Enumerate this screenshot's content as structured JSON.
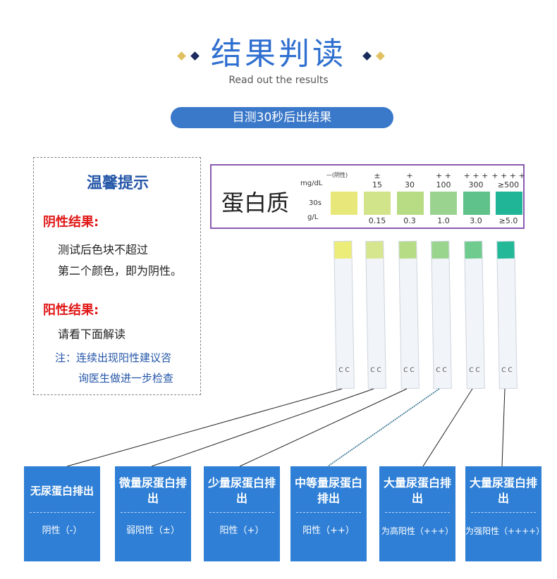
{
  "header": {
    "title": "结果判读",
    "subtitle": "Read out the results",
    "pill": "目测30秒后出结果",
    "diamond_colors": [
      "#e0c060",
      "#1a2a5a"
    ]
  },
  "tips": {
    "title": "温馨提示",
    "negative_heading": "阴性结果:",
    "negative_line1": "测试后色块不超过",
    "negative_line2": "第二个颜色，即为阴性。",
    "positive_heading": "阳性结果:",
    "positive_line": "请看下面解读",
    "note_line1": "注：连续出现阳性建议咨",
    "note_line2": "询医生做进一步检查"
  },
  "reference": {
    "name": "蛋白质",
    "unit_mg": "mg/dL",
    "unit_time": "30s",
    "unit_g": "g/L",
    "levels": [
      {
        "symbol": "—(阴性)",
        "mg": "",
        "g": "",
        "color": "#e8e87a"
      },
      {
        "symbol": "±",
        "mg": "15",
        "g": "0.15",
        "color": "#d2e48a"
      },
      {
        "symbol": "+",
        "mg": "30",
        "g": "0.3",
        "color": "#b8dc84"
      },
      {
        "symbol": "+ +",
        "mg": "100",
        "g": "1.0",
        "color": "#9ad390"
      },
      {
        "symbol": "+ + +",
        "mg": "300",
        "g": "3.0",
        "color": "#5fc28a"
      },
      {
        "symbol": "+ + + +",
        "mg": "≥500",
        "g": "≥5.0",
        "color": "#1fb596"
      }
    ]
  },
  "strips": {
    "pad_colors": [
      "#ecec78",
      "#d5e68e",
      "#b6dc86",
      "#9ad58e",
      "#6fcb8e",
      "#22b898"
    ],
    "mark": "C C"
  },
  "results": [
    {
      "name": "无尿蛋白排出",
      "value": "阴性（-）"
    },
    {
      "name": "微量尿蛋白排出",
      "value": "弱阳性（±）"
    },
    {
      "name": "少量尿蛋白排出",
      "value": "阳性（+）"
    },
    {
      "name": "中等量尿蛋白排出",
      "value": "阳性（++）"
    },
    {
      "name": "大量尿蛋白排出",
      "value": "为高阳性（+++）"
    },
    {
      "name": "大量尿蛋白排出",
      "value": "为强阳性（++++）"
    }
  ],
  "colors": {
    "accent_blue": "#2f7fd6",
    "title_blue": "#2f6fd0",
    "heading_red": "#e01818",
    "card_border": "#8a5bb0"
  }
}
